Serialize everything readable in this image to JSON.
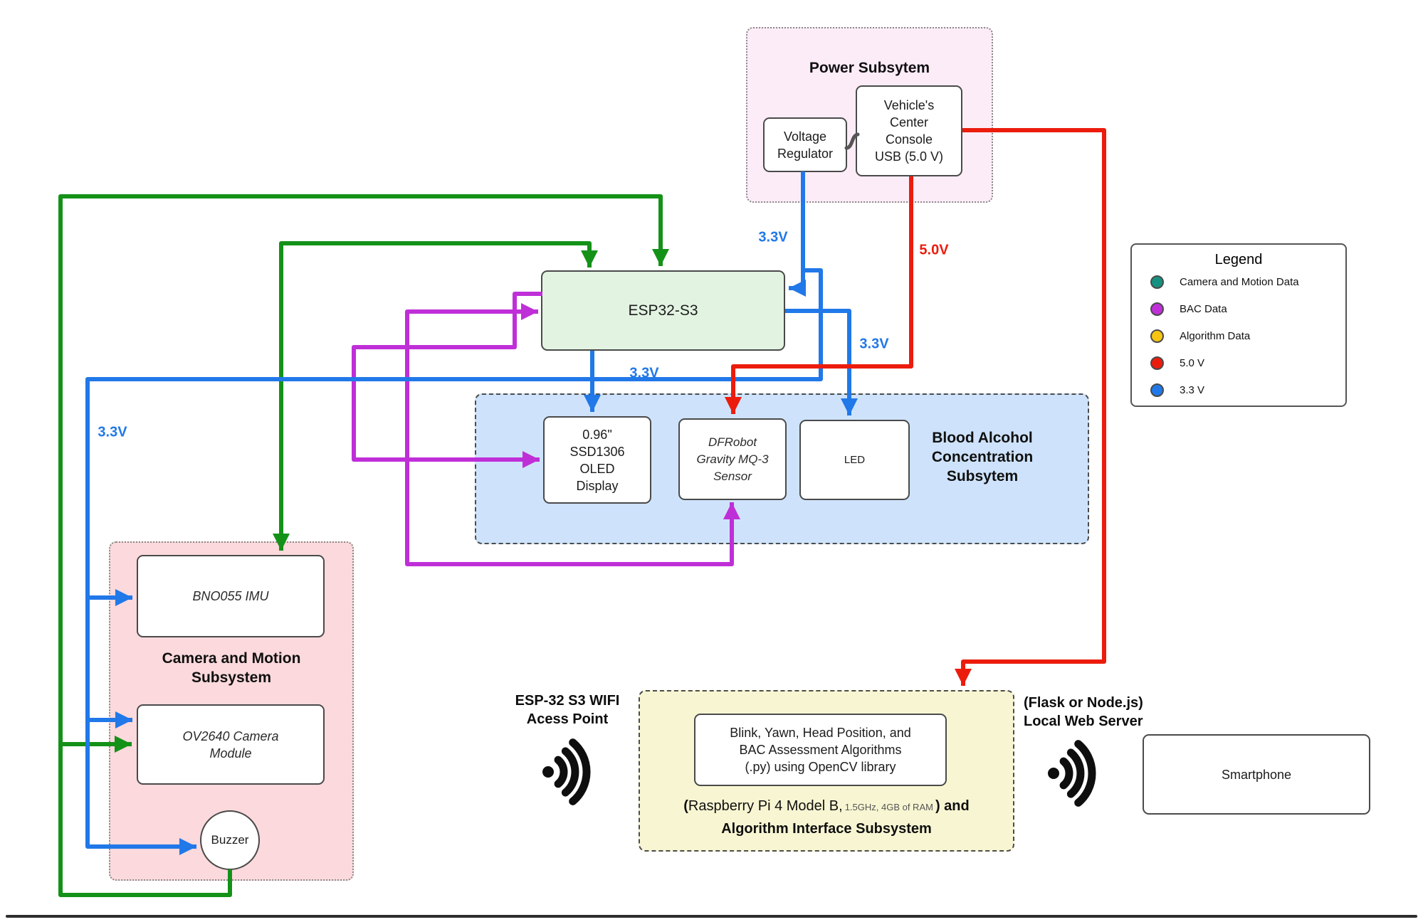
{
  "colors": {
    "camera_motion_green": "#149218",
    "bac_purple": "#bf2fd8",
    "algorithm_yellow": "#f7c511",
    "power_red": "#ec1c0d",
    "power_blue": "#2178e8",
    "legend_teal": "#169180"
  },
  "power_subsystem": {
    "title": "Power Subsytem",
    "voltage_regulator": {
      "lines": [
        "Voltage",
        "Regulator"
      ]
    },
    "usb": {
      "lines": [
        "Vehicle's",
        "Center",
        "Console",
        "USB (5.0 V)"
      ]
    }
  },
  "esp32": {
    "label": "ESP32-S3"
  },
  "legend": {
    "title": "Legend",
    "items": [
      {
        "label": "Camera and Motion Data",
        "color": "#169180"
      },
      {
        "label": "BAC Data",
        "color": "#bf2fd8"
      },
      {
        "label": "Algorithm Data",
        "color": "#f7c511"
      },
      {
        "label": "5.0 V",
        "color": "#ec1c0d"
      },
      {
        "label": "3.3 V",
        "color": "#2178e8"
      }
    ]
  },
  "bac_subsystem": {
    "title_lines": [
      "Blood Alcohol",
      "Concentration",
      "Subsytem"
    ],
    "oled_lines": [
      "0.96\"",
      "SSD1306",
      "OLED",
      "Display"
    ],
    "mq3_lines": [
      "DFRobot",
      "Gravity MQ-3",
      "Sensor"
    ],
    "led_label": "LED"
  },
  "camera_subsystem": {
    "title_lines": [
      "Camera and Motion",
      "Subsystem"
    ],
    "imu_label": "BNO055 IMU",
    "camera_lines": [
      "OV2640 Camera",
      "Module"
    ],
    "buzzer_label": "Buzzer"
  },
  "algorithm_subsystem": {
    "algo_lines": [
      "Blink, Yawn, Head Position, and",
      "BAC Assessment Algorithms",
      "(.py) using OpenCV library"
    ],
    "caption": {
      "open": "(",
      "rpi": "Raspberry Pi 4 Model B,",
      "spec": "1.5GHz, 4GB of RAM",
      "close": ") and",
      "line2": "Algorithm Interface Subsystem"
    }
  },
  "wifi_access_point": {
    "lines": [
      "ESP-32 S3 WIFI",
      "Acess Point"
    ]
  },
  "web_server": {
    "lines": [
      "(Flask or Node.js)",
      "Local Web Server"
    ]
  },
  "smartphone": {
    "label": "Smartphone"
  },
  "wire_labels": {
    "v33": "3.3V",
    "v50": "5.0V"
  }
}
